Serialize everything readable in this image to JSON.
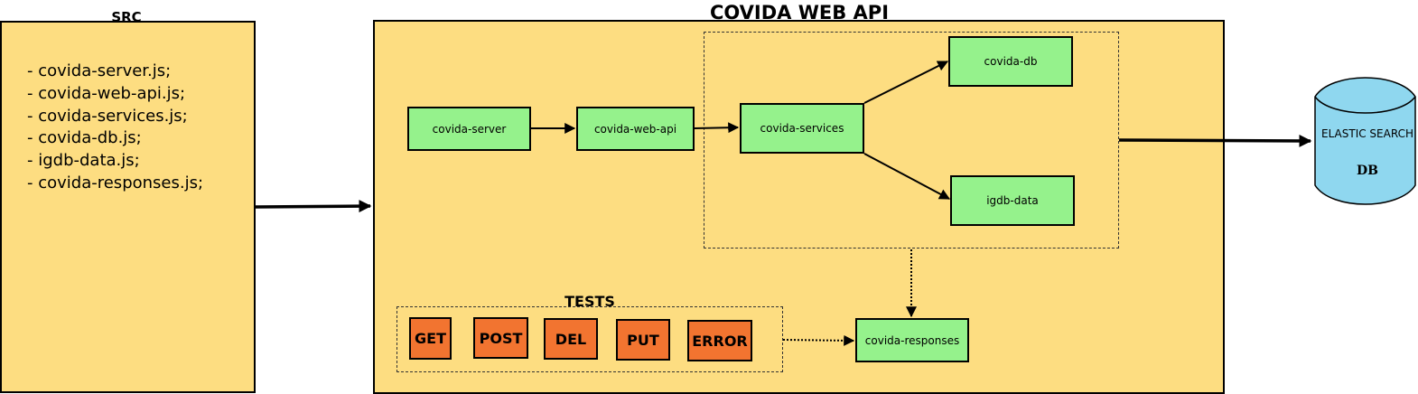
{
  "src": {
    "title": "SRC",
    "files": [
      "- covida-server.js;",
      "- covida-web-api.js;",
      "- covida-services.js;",
      "- covida-db.js;",
      "- igdb-data.js;",
      "- covida-responses.js;"
    ]
  },
  "api": {
    "title": "COVIDA WEB API",
    "nodes": {
      "server": "covida-server",
      "web_api": "covida-web-api",
      "services": "covida-services",
      "db": "covida-db",
      "igdb": "igdb-data",
      "responses": "covida-responses"
    },
    "tests": {
      "title": "TESTS",
      "items": [
        "GET",
        "POST",
        "DEL",
        "PUT",
        "ERROR"
      ]
    }
  },
  "database": {
    "label": "ELASTIC SEARCH",
    "sublabel": "DB"
  },
  "colors": {
    "container": "#fddd81",
    "node": "#95f28c",
    "test": "#f27430",
    "database": "#8fd7ef"
  }
}
